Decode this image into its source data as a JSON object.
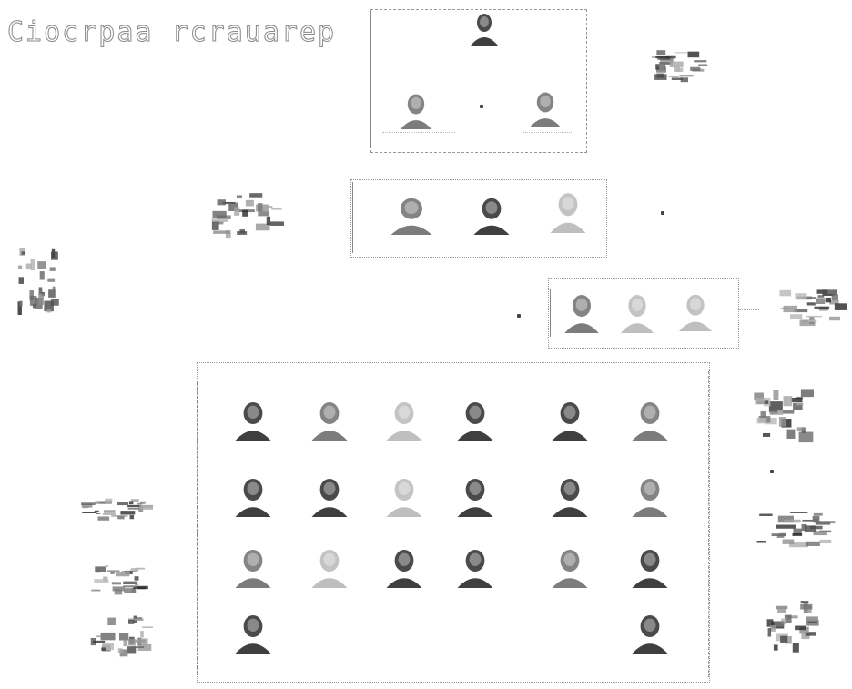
{
  "title": "Ciocrpaa rcrauarep",
  "portraits": {
    "top": [
      "tone-dark",
      "tone-mid",
      "tone-mid"
    ],
    "row2": [
      "tone-mid",
      "tone-dark",
      "tone-light"
    ],
    "row3": [
      "tone-mid",
      "tone-light",
      "tone-light"
    ],
    "grid": [
      [
        "tone-dark",
        "tone-mid",
        "tone-light",
        "tone-dark",
        "tone-dark",
        "tone-mid"
      ],
      [
        "tone-dark",
        "tone-dark",
        "tone-light",
        "tone-dark",
        "tone-dark",
        "tone-mid"
      ],
      [
        "tone-mid",
        "tone-light",
        "tone-dark",
        "tone-dark",
        "tone-mid",
        "tone-dark"
      ],
      [
        "tone-dark",
        "",
        "",
        "",
        "",
        "tone-dark"
      ]
    ]
  },
  "colors": {
    "ink": "#2a2a2a",
    "mid": "#6e6e6e",
    "light": "#b8b8b8",
    "frame": "#9a9a9a"
  }
}
